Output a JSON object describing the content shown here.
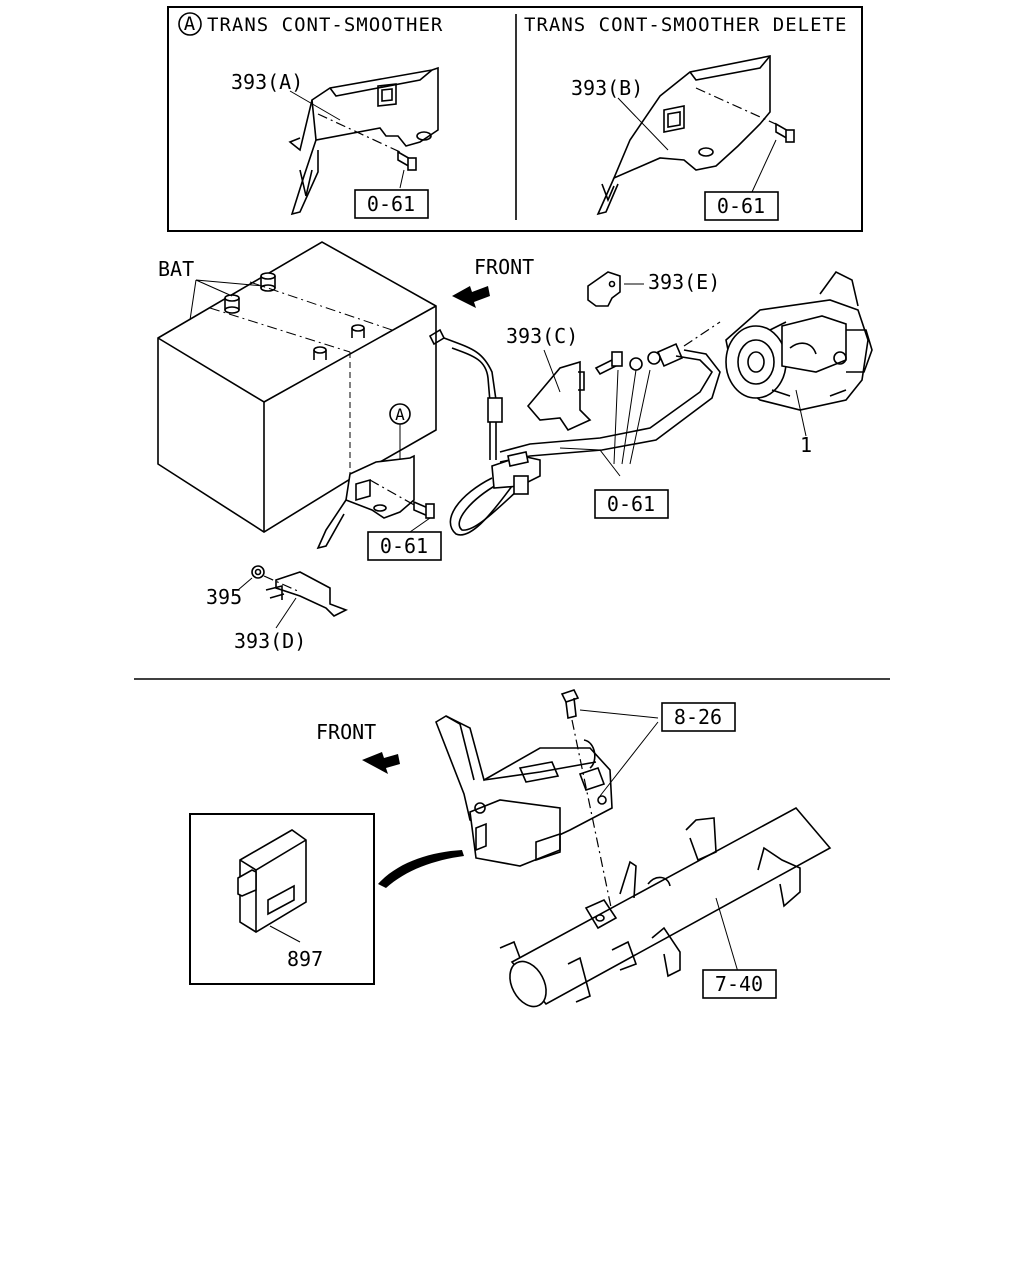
{
  "panels": {
    "top_left_header": "TRANS CONT-SMOOTHER",
    "top_left_marker": "A",
    "top_right_header": "TRANS CONT-SMOOTHER DELETE"
  },
  "labels": {
    "bracket_a": "393(A)",
    "bracket_b": "393(B)",
    "bracket_c": "393(C)",
    "bracket_d": "393(D)",
    "bracket_e": "393(E)",
    "nut": "395",
    "starter": "1",
    "battery": "BAT",
    "front_top": "FRONT",
    "front_bottom": "FRONT",
    "marker_a": "A",
    "module": "897"
  },
  "refs": {
    "ref_0_61_a": "0-61",
    "ref_0_61_b": "0-61",
    "ref_0_61_c": "0-61",
    "ref_0_61_d": "0-61",
    "ref_8_26": "8-26",
    "ref_7_40": "7-40"
  }
}
